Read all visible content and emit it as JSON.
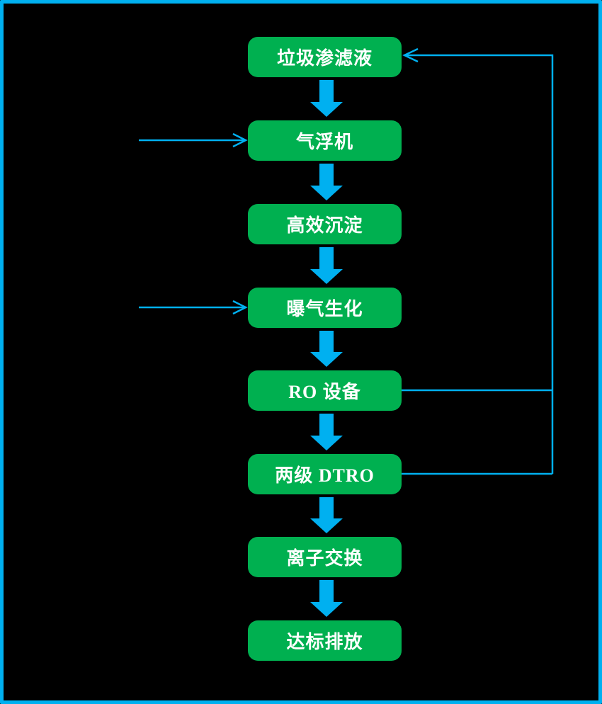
{
  "colors": {
    "background": "#000000",
    "frame_border": "#00B0F0",
    "node_fill": "#00B050",
    "node_text": "#FFFFFF",
    "connector": "#00B0F0"
  },
  "nodes": [
    {
      "label": "垃圾渗滤液"
    },
    {
      "label": "气浮机"
    },
    {
      "label": "高效沉淀"
    },
    {
      "label": "曝气生化"
    },
    {
      "label": "RO 设备"
    },
    {
      "label": "两级 DTRO"
    },
    {
      "label": "离子交换"
    },
    {
      "label": "达标排放"
    }
  ]
}
